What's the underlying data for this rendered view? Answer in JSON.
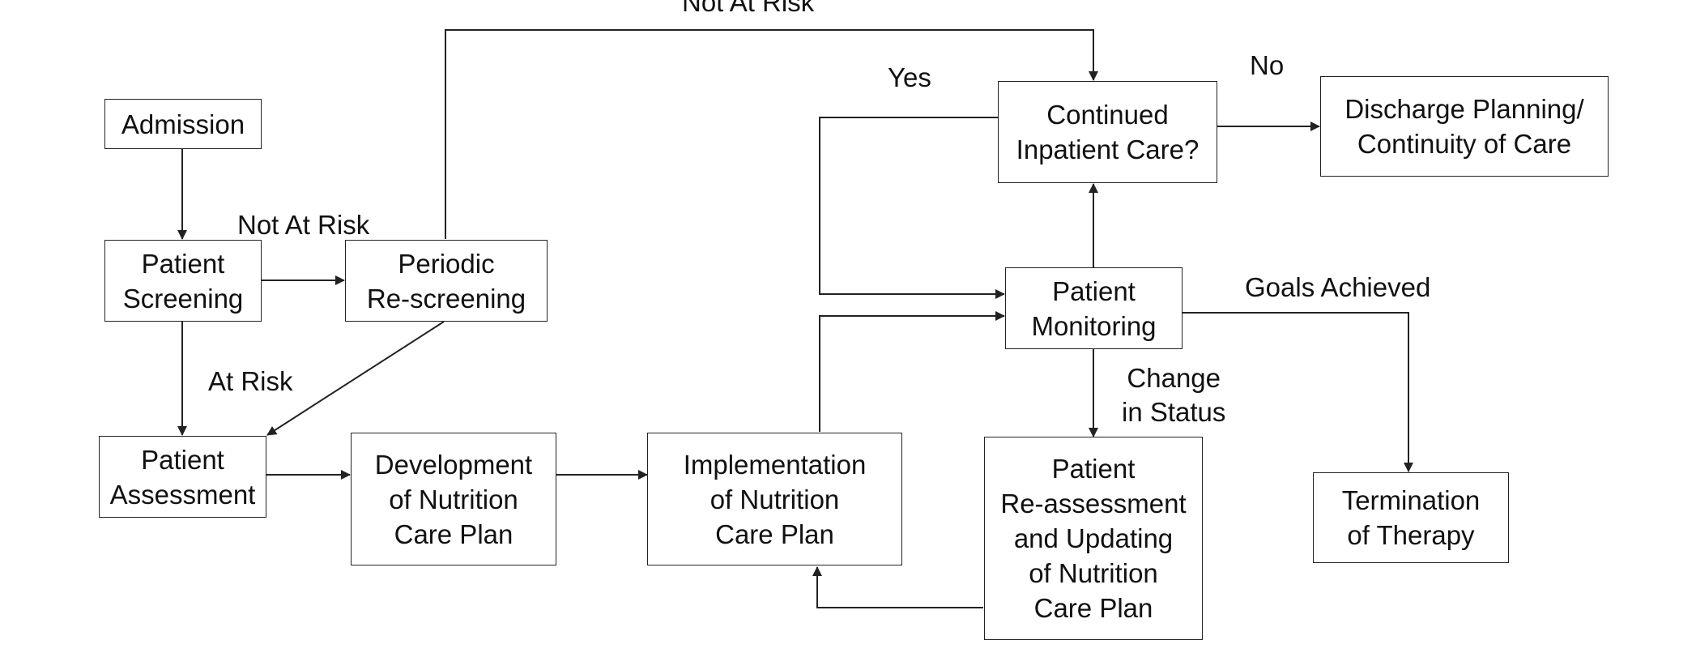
{
  "nodes": {
    "admission": "Admission",
    "screening": "Patient\nScreening",
    "rescreening": "Periodic\nRe-screening",
    "assessment": "Patient\nAssessment",
    "development": "Development\nof Nutrition\nCare Plan",
    "implementation": "Implementation\nof Nutrition\nCare Plan",
    "continued": "Continued\nInpatient Care?",
    "discharge": "Discharge Planning/\nContinuity of Care",
    "monitoring": "Patient\nMonitoring",
    "reassessment": "Patient\nRe-assessment\nand Updating\nof Nutrition\nCare Plan",
    "termination": "Termination\nof Therapy"
  },
  "labels": {
    "not_at_risk_top": "Not At Risk",
    "not_at_risk": "Not At Risk",
    "at_risk": "At Risk",
    "yes": "Yes",
    "no": "No",
    "goals_achieved": "Goals Achieved",
    "change_in_status": "Change\nin Status"
  }
}
